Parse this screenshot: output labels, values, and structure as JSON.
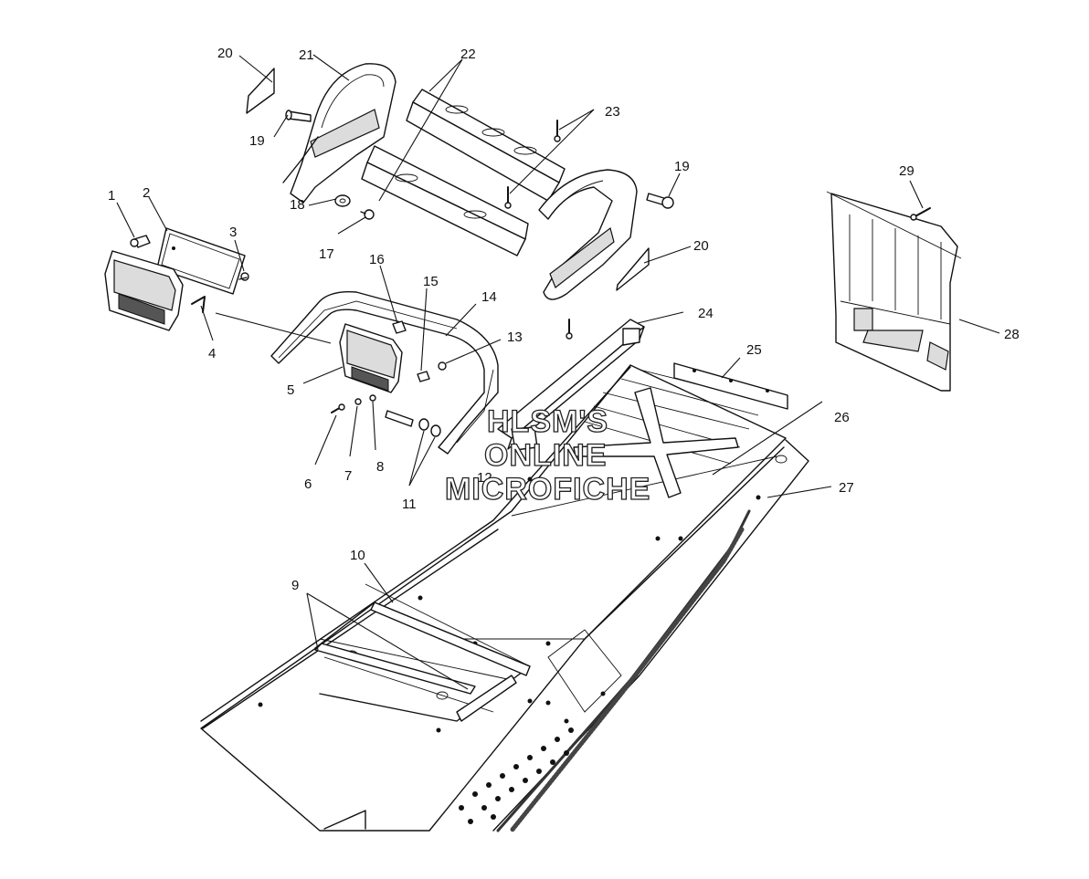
{
  "callouts": {
    "c1": "1",
    "c2": "2",
    "c3": "3",
    "c4": "4",
    "c5": "5",
    "c6": "6",
    "c7": "7",
    "c8": "8",
    "c9": "9",
    "c10": "10",
    "c11": "11",
    "c12": "12",
    "c13": "13",
    "c14": "14",
    "c15": "15",
    "c16": "16",
    "c17": "17",
    "c18": "18",
    "c19a": "19",
    "c19b": "19",
    "c20a": "20",
    "c20b": "20",
    "c21": "21",
    "c22": "22",
    "c23": "23",
    "c24": "24",
    "c25": "25",
    "c26": "26",
    "c27": "27",
    "c28": "28",
    "c29": "29"
  },
  "watermark": {
    "line1": "HLSM'S",
    "line2": "ONLINE",
    "line3": "MICROFICHE"
  }
}
